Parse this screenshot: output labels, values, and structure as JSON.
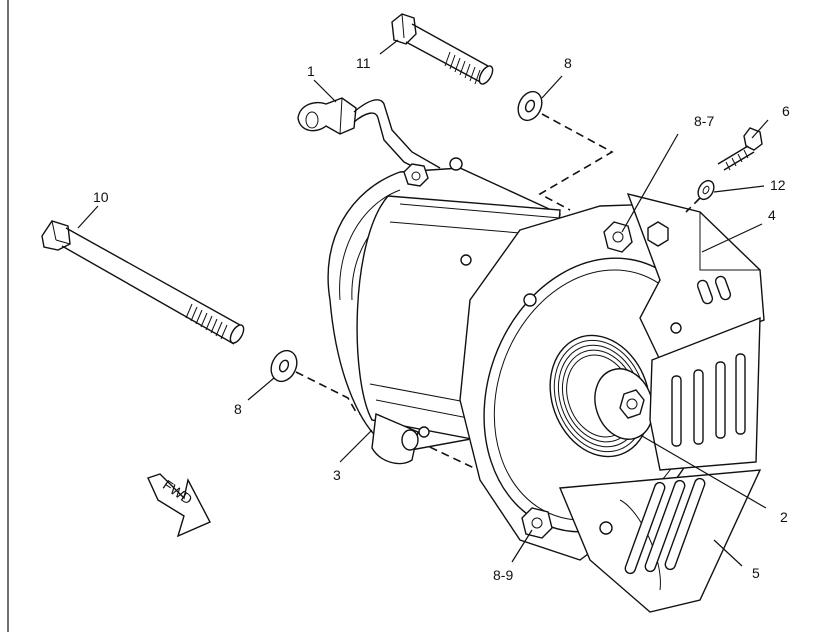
{
  "callouts": {
    "c1": "1",
    "c2": "2",
    "c3": "3",
    "c4": "4",
    "c5": "5",
    "c6": "6",
    "c8_top": "8",
    "c8_left": "8",
    "c8_7": "8-7",
    "c8_9": "8-9",
    "c10": "10",
    "c11": "11",
    "c12": "12"
  },
  "fwd_label": "FWD"
}
